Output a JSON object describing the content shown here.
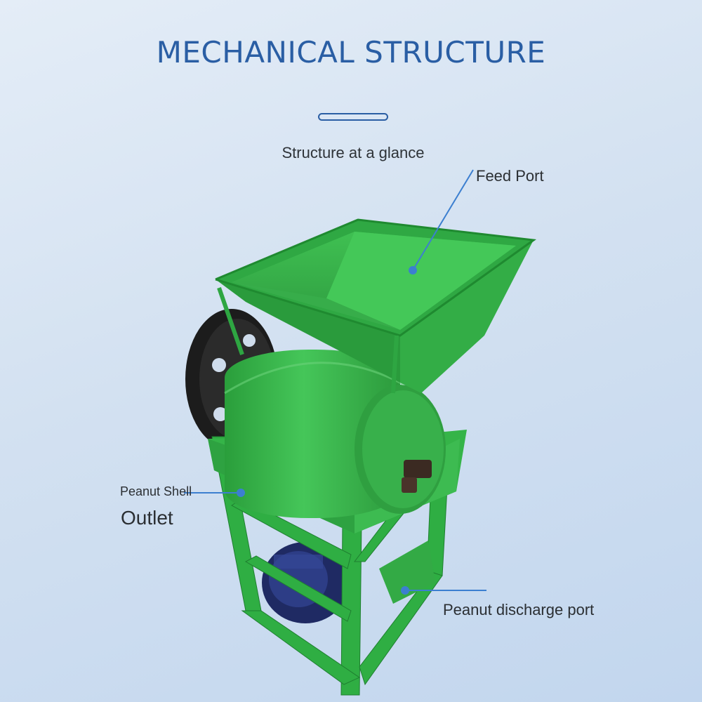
{
  "header": {
    "title": "MECHANICAL STRUCTURE",
    "subtitle": "Structure at a glance"
  },
  "callouts": {
    "feed_port": "Feed Port",
    "peanut_shell": "Peanut Shell",
    "outlet": "Outlet",
    "discharge_port": "Peanut discharge port"
  },
  "colors": {
    "title": "#2a5ea4",
    "machine_green": "#34b84a",
    "leader_line": "#3c7fd0"
  }
}
